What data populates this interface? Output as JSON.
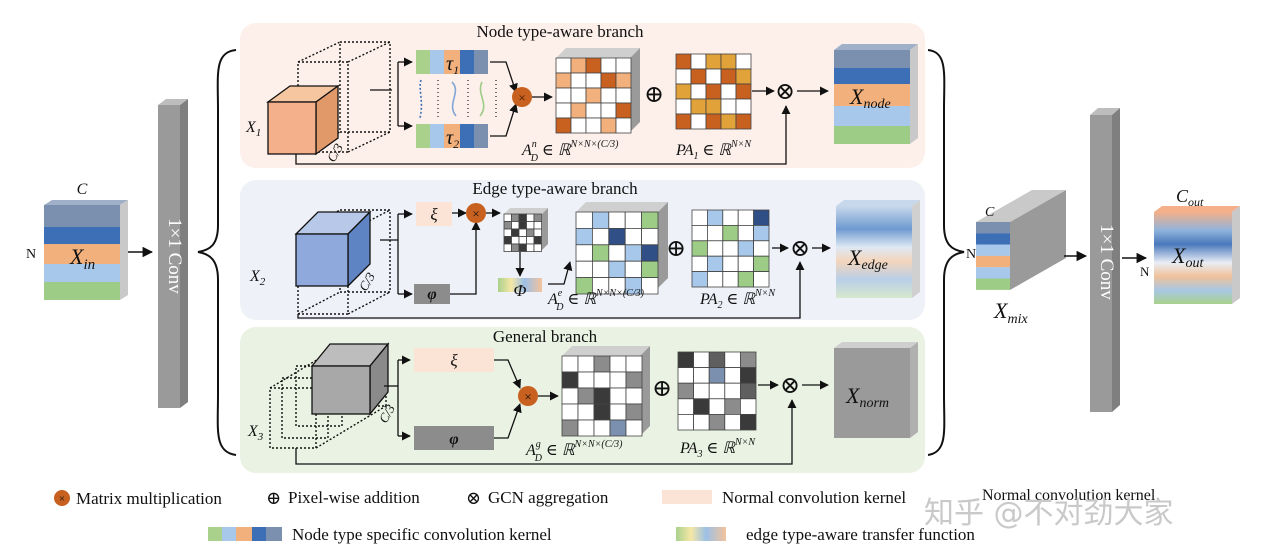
{
  "colors": {
    "node_bg": "#fdf0ea",
    "edge_bg": "#eef1f8",
    "general_bg": "#eaf3e3",
    "conv_gray": "#9a9a9a",
    "mult": "#c8601f",
    "green": "#9ccc85",
    "lightblue": "#a7c8ea",
    "orange": "#f2b07d",
    "blue": "#3d6fb6",
    "slate": "#7b8fae",
    "peach": "#fbe3d6"
  },
  "input": {
    "c": "C",
    "n": "N",
    "name": "X",
    "sub": "in"
  },
  "conv_label": "1×1 Conv",
  "node_branch": {
    "title": "Node type-aware branch",
    "x_name": "X",
    "x_sub": "1",
    "c3": "C/3",
    "tau1": "τ",
    "tau1_sub": "1",
    "tau2": "τ",
    "tau2_sub": "2",
    "ad_name": "A",
    "ad_sub": "D",
    "ad_sup": "n",
    "ad_set": "∈ ℝ",
    "ad_dim": "N×N×(C/3)",
    "pa_name": "PA",
    "pa_sub": "1",
    "pa_set": "∈ ℝ",
    "pa_dim": "N×N",
    "out_name": "X",
    "out_sub": "node"
  },
  "edge_branch": {
    "title": "Edge type-aware branch",
    "x_name": "X",
    "x_sub": "2",
    "c3": "C/3",
    "xi": "ξ",
    "phi": "φ",
    "Phi": "Φ",
    "ad_name": "A",
    "ad_sub": "D",
    "ad_sup": "e",
    "ad_set": "∈ ℝ",
    "ad_dim": "N×N×(C/3)",
    "pa_name": "PA",
    "pa_sub": "2",
    "pa_set": "∈ ℝ",
    "pa_dim": "N×N",
    "out_name": "X",
    "out_sub": "edge"
  },
  "general_branch": {
    "title": "General branch",
    "x_name": "X",
    "x_sub": "3",
    "c3": "C/3",
    "xi": "ξ",
    "phi": "φ",
    "ad_name": "A",
    "ad_sub": "D",
    "ad_sup": "g",
    "ad_set": "∈ ℝ",
    "ad_dim": "N×N×(C/3)",
    "pa_name": "PA",
    "pa_sub": "3",
    "pa_set": "∈ ℝ",
    "pa_dim": "N×N",
    "out_name": "X",
    "out_sub": "norm"
  },
  "mix": {
    "c": "C",
    "n": "N",
    "name": "X",
    "sub": "mix"
  },
  "output": {
    "c": "C",
    "c_sub": "out",
    "n": "N",
    "name": "X",
    "sub": "out"
  },
  "symbols": {
    "mult": "×",
    "plus": "⊕",
    "otimes": "⊗"
  },
  "legend": {
    "matrix_mult": "Matrix multiplication",
    "pixel_add": "Pixel-wise addition",
    "gcn": "GCN aggregation",
    "normal_conv": "Normal convolution kernel",
    "node_kernel": "Node type specific convolution kernel",
    "edge_transfer": "edge type-aware transfer function"
  },
  "watermark": "知乎 @不对劲大家",
  "watermark_overlay": "Normal convolution kernel"
}
